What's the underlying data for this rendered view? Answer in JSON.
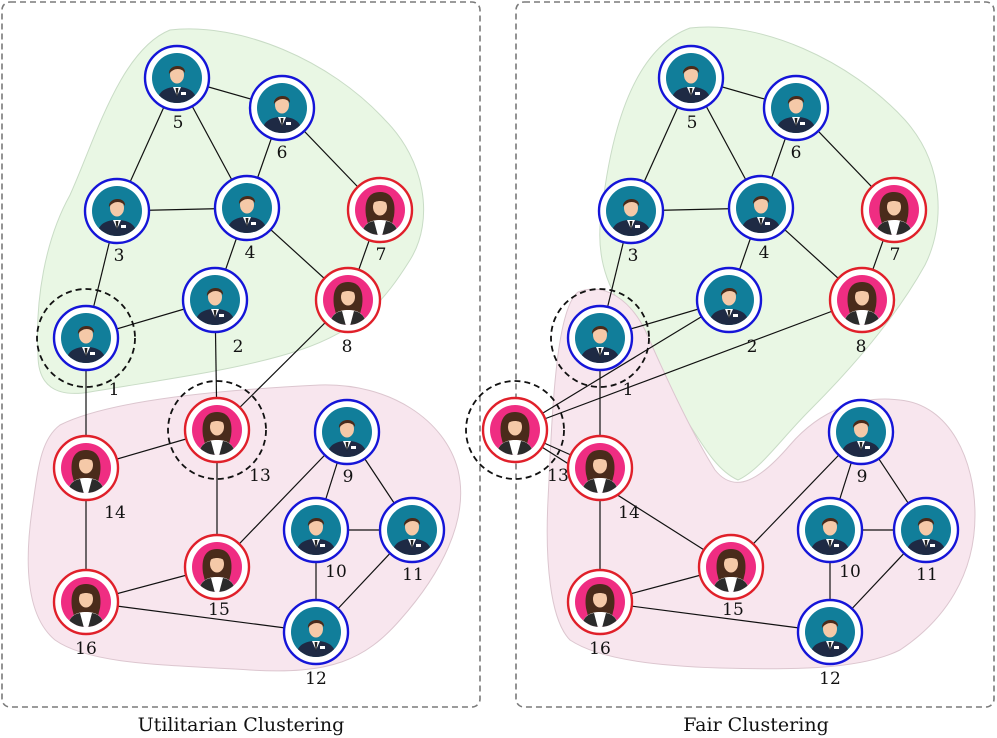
{
  "panels": [
    {
      "caption": "Utilitarian Clustering"
    },
    {
      "caption": "Fair Clustering"
    }
  ],
  "colors": {
    "blue_ring": "#1515d8",
    "red_ring": "#e0202a",
    "male_bg": "#117e9a",
    "female_bg": "#ef2d82",
    "green_cluster": "#e9f7e4",
    "pink_cluster": "#f8e6ee"
  },
  "icons": {
    "male": "man-in-suit-icon",
    "female": "woman-icon"
  },
  "nodes": [
    {
      "id": 1,
      "label": "1",
      "group": "blue"
    },
    {
      "id": 2,
      "label": "2",
      "group": "blue"
    },
    {
      "id": 3,
      "label": "3",
      "group": "blue"
    },
    {
      "id": 4,
      "label": "4",
      "group": "blue"
    },
    {
      "id": 5,
      "label": "5",
      "group": "blue"
    },
    {
      "id": 6,
      "label": "6",
      "group": "blue"
    },
    {
      "id": 7,
      "label": "7",
      "group": "red"
    },
    {
      "id": 8,
      "label": "8",
      "group": "red"
    },
    {
      "id": 9,
      "label": "9",
      "group": "blue"
    },
    {
      "id": 10,
      "label": "10",
      "group": "blue"
    },
    {
      "id": 11,
      "label": "11",
      "group": "blue"
    },
    {
      "id": 12,
      "label": "12",
      "group": "blue"
    },
    {
      "id": 13,
      "label": "13",
      "group": "red"
    },
    {
      "id": 14,
      "label": "14",
      "group": "red"
    },
    {
      "id": 15,
      "label": "15",
      "group": "red"
    },
    {
      "id": 16,
      "label": "16",
      "group": "red"
    }
  ],
  "edges": [
    [
      5,
      6
    ],
    [
      5,
      3
    ],
    [
      5,
      4
    ],
    [
      6,
      4
    ],
    [
      6,
      7
    ],
    [
      3,
      4
    ],
    [
      3,
      1
    ],
    [
      4,
      2
    ],
    [
      4,
      8
    ],
    [
      7,
      8
    ],
    [
      2,
      1
    ],
    [
      2,
      13
    ],
    [
      8,
      13
    ],
    [
      1,
      14
    ],
    [
      14,
      13
    ],
    [
      14,
      16
    ],
    [
      13,
      15
    ],
    [
      16,
      15
    ],
    [
      16,
      12
    ],
    [
      15,
      9
    ],
    [
      9,
      10
    ],
    [
      9,
      11
    ],
    [
      10,
      11
    ],
    [
      10,
      12
    ],
    [
      11,
      12
    ]
  ],
  "highlighted_nodes": [
    1,
    13
  ]
}
